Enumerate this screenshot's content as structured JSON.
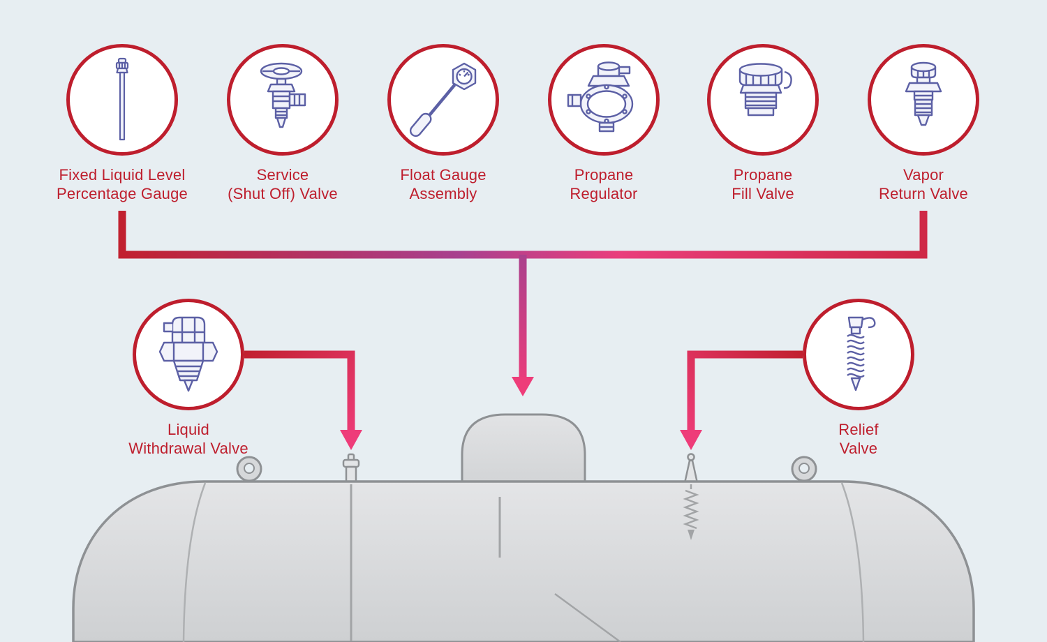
{
  "diagram": {
    "title": "Propane tank component diagram",
    "components": [
      {
        "name": "fixed-liquid-level-percentage-gauge",
        "line1": "Fixed Liquid Level",
        "line2": "Percentage Gauge"
      },
      {
        "name": "service-shut-off-valve",
        "line1": "Service",
        "line2": "(Shut Off) Valve"
      },
      {
        "name": "float-gauge-assembly",
        "line1": "Float Gauge",
        "line2": "Assembly"
      },
      {
        "name": "propane-regulator",
        "line1": "Propane",
        "line2": "Regulator"
      },
      {
        "name": "propane-fill-valve",
        "line1": "Propane",
        "line2": "Fill Valve"
      },
      {
        "name": "vapor-return-valve",
        "line1": "Vapor",
        "line2": "Return Valve"
      },
      {
        "name": "liquid-withdrawal-valve",
        "line1": "Liquid",
        "line2": "Withdrawal Valve"
      },
      {
        "name": "relief-valve",
        "line1": "Relief",
        "line2": "Valve"
      }
    ],
    "icons": [
      "dipstick-gauge-icon",
      "service-valve-icon",
      "float-gauge-icon",
      "regulator-icon",
      "fill-valve-icon",
      "vapor-return-valve-icon",
      "liquid-withdrawal-valve-icon",
      "relief-valve-icon"
    ],
    "colors": {
      "background": "#e7eef2",
      "circle_border": "#be1e2d",
      "label_text": "#be1e2d",
      "connector_red": "#c1202f",
      "connector_magenta": "#a8418f",
      "connector_pink": "#ee3c79",
      "icon_stroke": "#5c60a5",
      "tank_fill": "#d9dbdd",
      "tank_outline": "#8e9194"
    }
  }
}
